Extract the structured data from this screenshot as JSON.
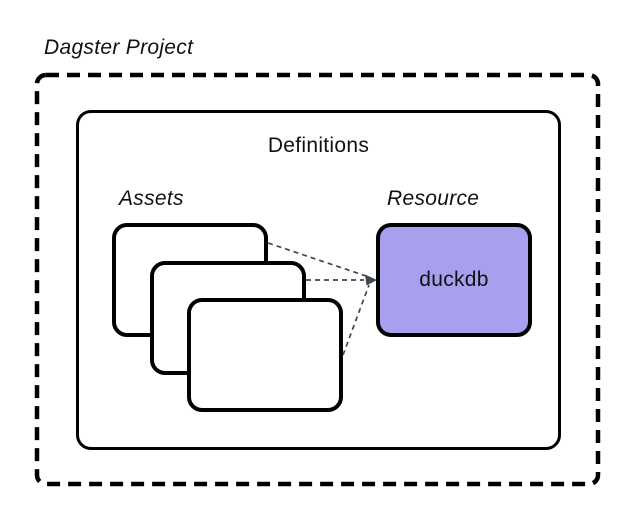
{
  "diagram": {
    "title": "Dagster Project",
    "definitions": {
      "label": "Definitions"
    },
    "assets": {
      "label": "Assets",
      "card_count": 3
    },
    "resource": {
      "label": "Resource",
      "name": "duckdb"
    },
    "colors": {
      "resource_fill": "#a6a0ef",
      "box_border": "#000000",
      "connector": "#3f4755",
      "background": "#ffffff"
    }
  }
}
